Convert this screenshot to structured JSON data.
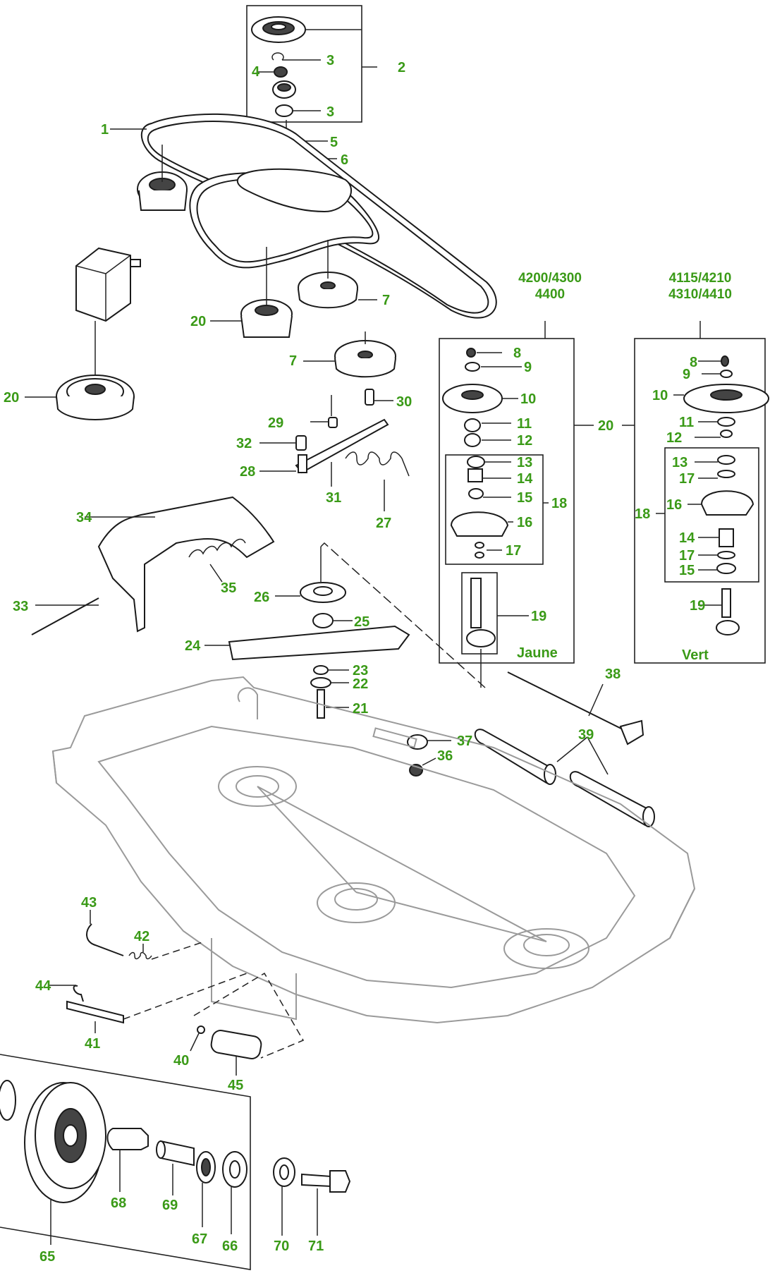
{
  "headers": {
    "group_a_line1": "4200/4300",
    "group_a_line2": "4400",
    "group_b_line1": "4115/4210",
    "group_b_line2": "4310/4410"
  },
  "color_notes": {
    "group_a": "Jaune",
    "group_b": "Vert"
  },
  "label_color": "#3a9a17",
  "callouts": {
    "c1": "1",
    "c2": "2",
    "c3a": "3",
    "c3b": "3",
    "c4": "4",
    "c5": "5",
    "c6": "6",
    "c7a": "7",
    "c7b": "7",
    "c20a": "20",
    "c20b": "20",
    "c20c": "20",
    "c29": "29",
    "c30": "30",
    "c32": "32",
    "c28": "28",
    "c31": "31",
    "c27": "27",
    "c34": "34",
    "c35": "35",
    "c33": "33",
    "c26": "26",
    "c25": "25",
    "c24": "24",
    "c23": "23",
    "c22": "22",
    "c21": "21",
    "a8": "8",
    "a9": "9",
    "a10": "10",
    "a11": "11",
    "a12": "12",
    "a13": "13",
    "a14": "14",
    "a15": "15",
    "a16": "16",
    "a17": "17",
    "a18": "18",
    "a19": "19",
    "b8": "8",
    "b9": "9",
    "b10": "10",
    "b11": "11",
    "b12": "12",
    "b13": "13",
    "b17a": "17",
    "b16": "16",
    "b18": "18",
    "b14": "14",
    "b17b": "17",
    "b15": "15",
    "b19": "19",
    "c38": "38",
    "c37": "37",
    "c36": "36",
    "c39": "39",
    "c43": "43",
    "c42": "42",
    "c44": "44",
    "c41": "41",
    "c40": "40",
    "c45": "45",
    "c65": "65",
    "c68": "68",
    "c69": "69",
    "c67": "67",
    "c66": "66",
    "c70": "70",
    "c71": "71"
  }
}
